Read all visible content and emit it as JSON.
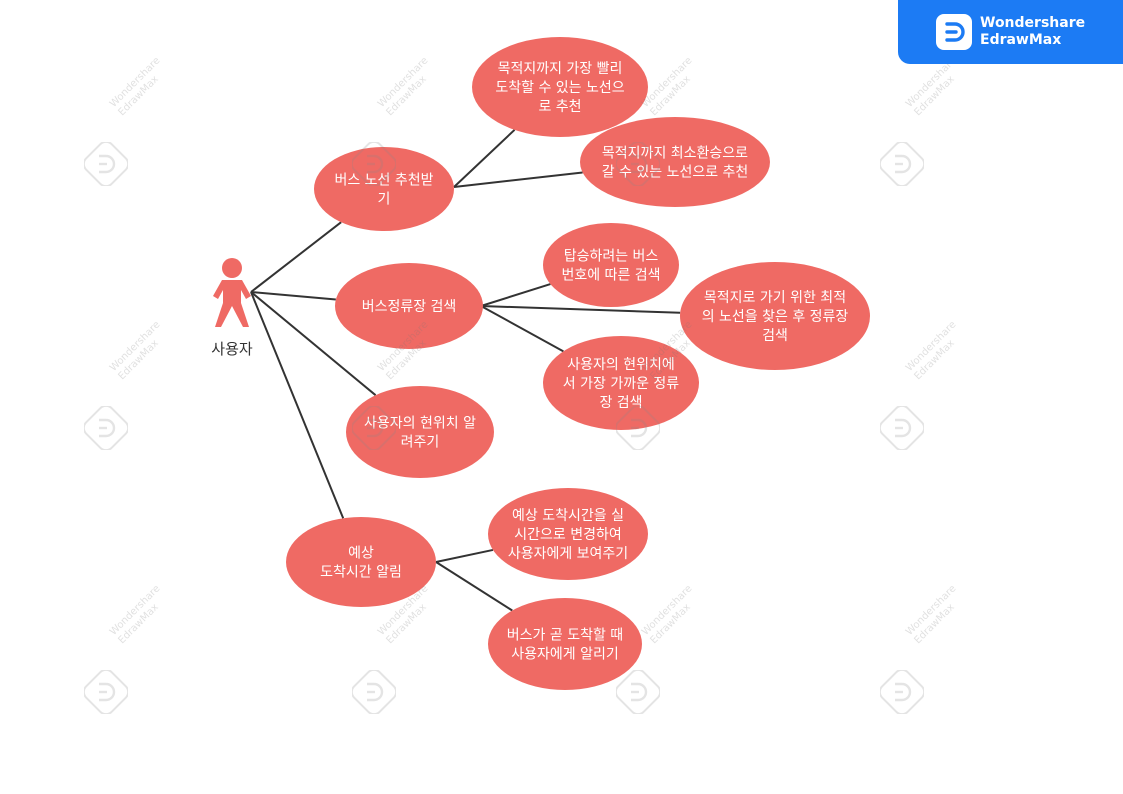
{
  "brand": {
    "line1": "Wondershare",
    "line2": "EdrawMax",
    "logo_icon": "edrawmax-logo-icon",
    "color": "#1c7bf4"
  },
  "watermark": {
    "line1": "Wondershare",
    "line2": "EdrawMax",
    "icon": "edrawmax-watermark-icon"
  },
  "colors": {
    "node_fill": "#ef6a64",
    "actor": "#ef6a64",
    "connector": "#333333",
    "node_text": "#ffffff"
  },
  "actor": {
    "label": "사용자",
    "icon": "person-icon"
  },
  "use_cases": [
    {
      "id": "route",
      "lines": [
        "버스 노선 추천받",
        "기"
      ],
      "children": [
        {
          "id": "route-fast",
          "lines": [
            "목적지까지 가장 빨리",
            "도착할 수 있는 노선으",
            "로 추천"
          ]
        },
        {
          "id": "route-min-transfer",
          "lines": [
            "목적지까지 최소환승으로",
            "갈 수 있는 노선으로 추천"
          ]
        }
      ]
    },
    {
      "id": "stop-search",
      "lines": [
        "버스정류장 검색"
      ],
      "children": [
        {
          "id": "stop-by-bus",
          "lines": [
            "탑승하려는 버스",
            "번호에 따른 검색"
          ]
        },
        {
          "id": "stop-by-route",
          "lines": [
            "목적지로 가기 위한 최적",
            "의 노선을 찾은 후 정류장",
            "검색"
          ]
        },
        {
          "id": "stop-nearest",
          "lines": [
            "사용자의 현위치에",
            "서 가장 가까운 정류",
            "장 검색"
          ]
        }
      ]
    },
    {
      "id": "location",
      "lines": [
        "사용자의 현위치 알",
        "려주기"
      ],
      "children": []
    },
    {
      "id": "eta",
      "lines": [
        "예상",
        "도착시간 알림"
      ],
      "children": [
        {
          "id": "eta-realtime",
          "lines": [
            "예상 도착시간을 실",
            "시간으로 변경하여",
            "사용자에게 보여주기"
          ]
        },
        {
          "id": "eta-arrival-alert",
          "lines": [
            "버스가 곧 도착할 때",
            "사용자에게 알리기"
          ]
        }
      ]
    }
  ]
}
